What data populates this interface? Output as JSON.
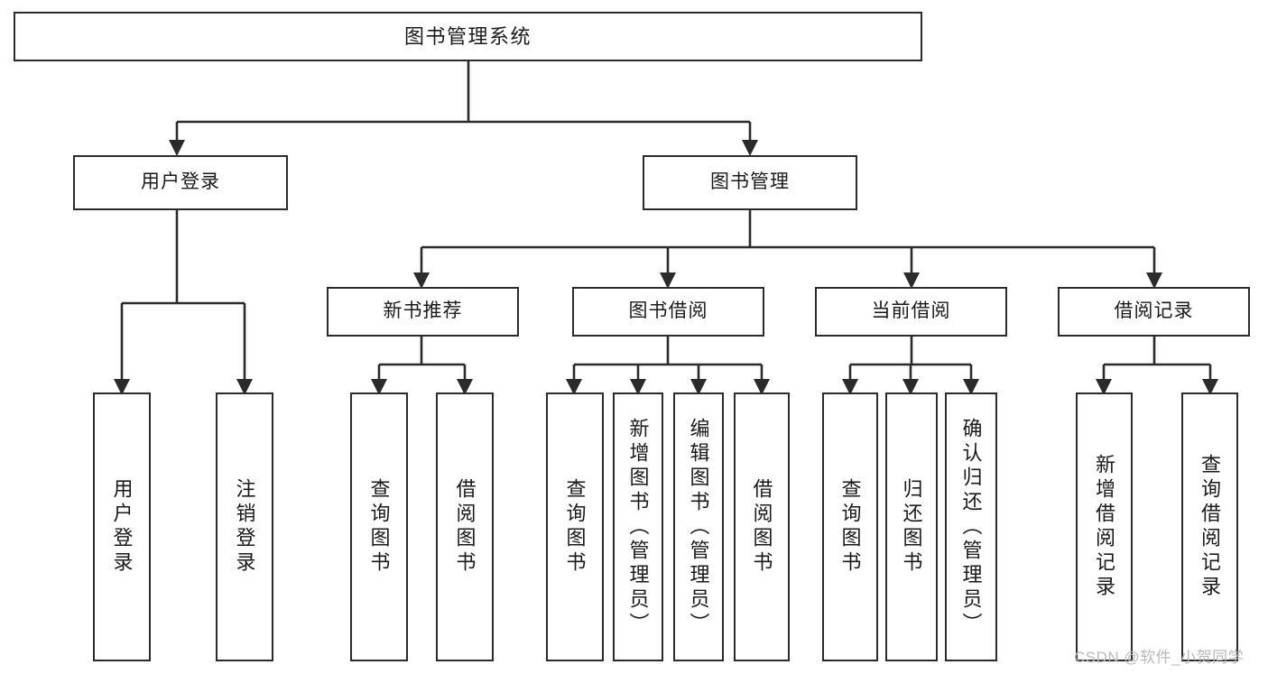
{
  "diagram": {
    "title": "图书管理系统",
    "type": "hierarchy-tree",
    "line_color": "#2b2b2b",
    "box_fill": "#ffffff",
    "text_color": "#1a1a1a",
    "levels": {
      "root": {
        "label": "图书管理系统"
      },
      "level2": [
        {
          "label": "用户登录"
        },
        {
          "label": "图书管理"
        }
      ],
      "level3": [
        {
          "label": "新书推荐"
        },
        {
          "label": "图书借阅"
        },
        {
          "label": "当前借阅"
        },
        {
          "label": "借阅记录"
        }
      ],
      "leaves": [
        {
          "label": "用户登录",
          "parent": "用户登录"
        },
        {
          "label": "注销登录",
          "parent": "用户登录"
        },
        {
          "label": "查询图书",
          "parent": "新书推荐"
        },
        {
          "label": "借阅图书",
          "parent": "新书推荐"
        },
        {
          "label": "查询图书",
          "parent": "图书借阅"
        },
        {
          "label": "新增图书（管理员）",
          "parent": "图书借阅"
        },
        {
          "label": "编辑图书（管理员）",
          "parent": "图书借阅"
        },
        {
          "label": "借阅图书",
          "parent": "图书借阅"
        },
        {
          "label": "查询图书",
          "parent": "当前借阅"
        },
        {
          "label": "归还图书",
          "parent": "当前借阅"
        },
        {
          "label": "确认归还（管理员）",
          "parent": "当前借阅"
        },
        {
          "label": "新增借阅记录",
          "parent": "借阅记录"
        },
        {
          "label": "查询借阅记录",
          "parent": "借阅记录"
        }
      ]
    }
  },
  "watermark": {
    "text": "CSDN @软件_小贺同学"
  }
}
